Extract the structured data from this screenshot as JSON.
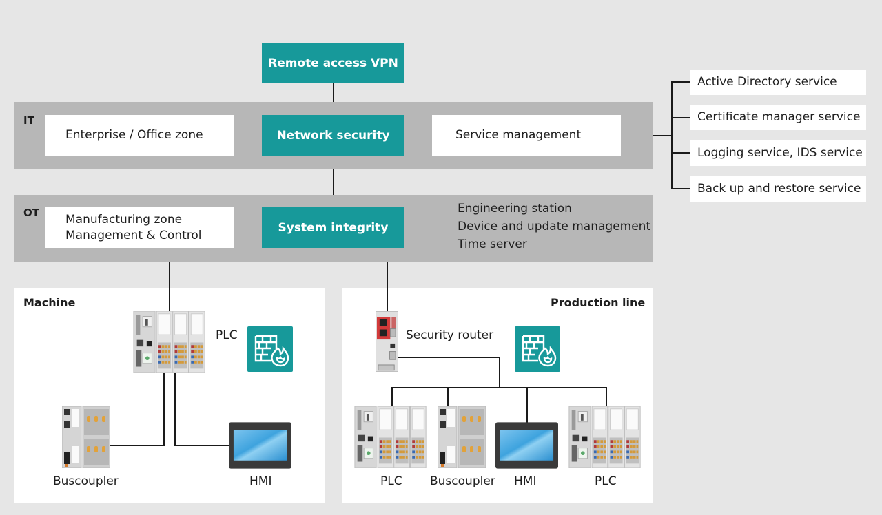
{
  "top": {
    "remote_vpn": "Remote access VPN"
  },
  "it_band": {
    "label": "IT",
    "enterprise_zone": "Enterprise / Office zone",
    "network_security": "Network security",
    "service_management": "Service management"
  },
  "services": [
    "Active Directory service",
    "Certificate manager service",
    "Logging service, IDS service",
    "Back up and restore service"
  ],
  "ot_band": {
    "label": "OT",
    "manufacturing_zone_line1": "Manufacturing zone",
    "manufacturing_zone_line2": "Management & Control",
    "system_integrity": "System integrity",
    "ot_services": [
      "Engineering station",
      "Device and update management",
      "Time server"
    ]
  },
  "machine": {
    "title": "Machine",
    "plc_label": "PLC",
    "buscoupler_label": "Buscoupler",
    "hmi_label": "HMI",
    "firewall_icon": "firewall-icon"
  },
  "production_line": {
    "title": "Production line",
    "router_label": "Security router",
    "firewall_icon": "firewall-icon",
    "devices": [
      "PLC",
      "Buscoupler",
      "HMI",
      "PLC"
    ]
  },
  "colors": {
    "teal": "#17999a",
    "band_gray": "#b7b7b7",
    "background": "#e6e6e6",
    "router_red": "#d33a3a",
    "hmi_screen": "#3ea3de"
  }
}
